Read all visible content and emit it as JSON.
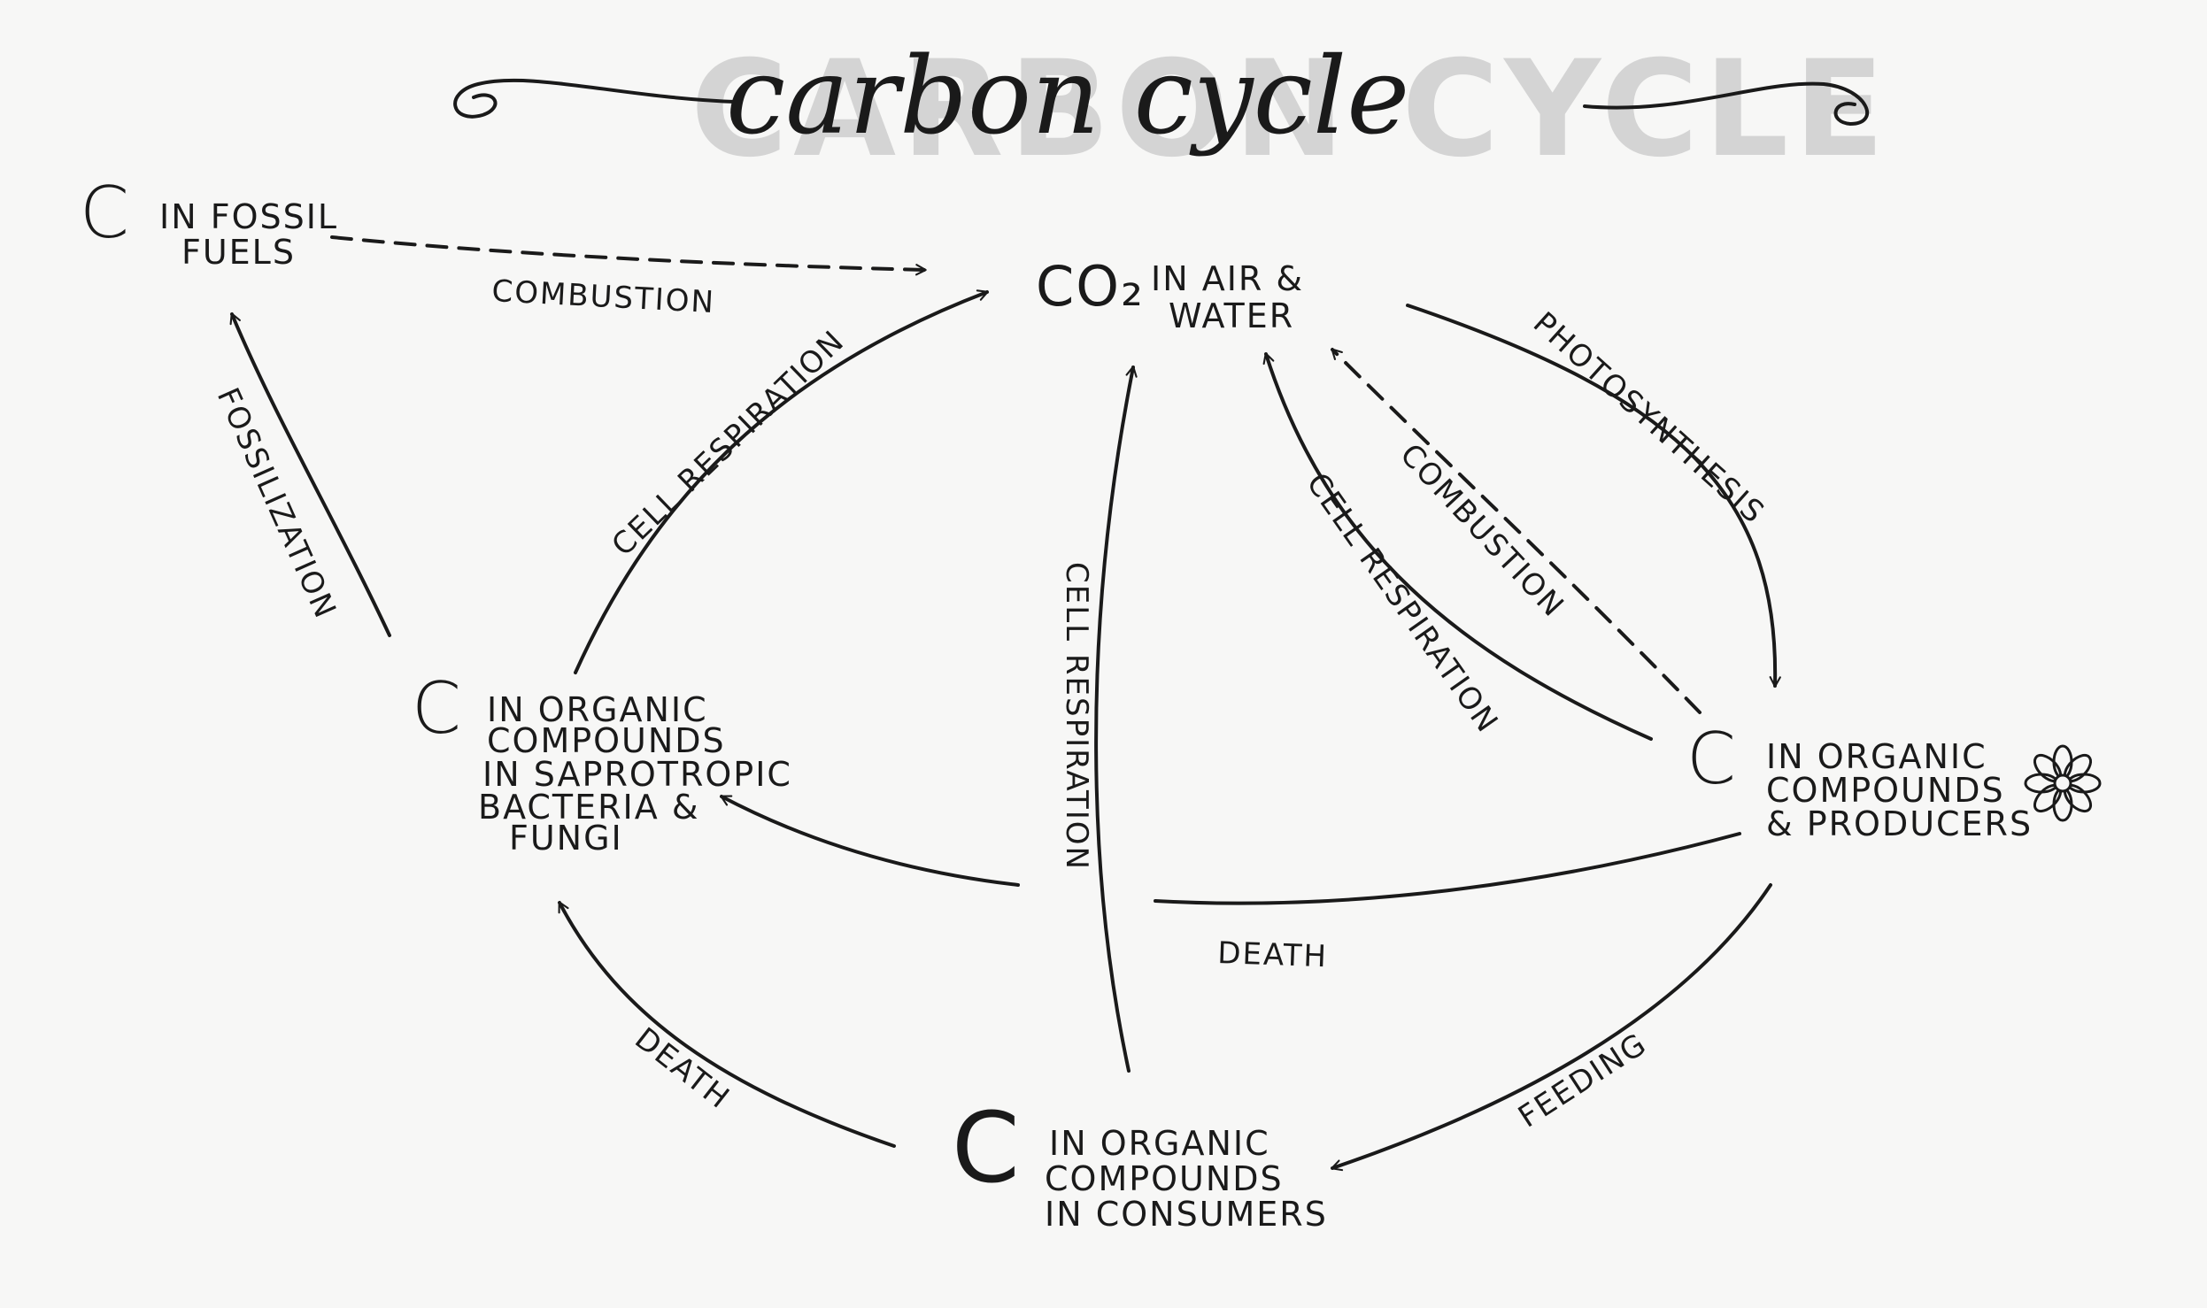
{
  "title": {
    "script": "carbon cycle",
    "ghost": "CARBON CYCLE"
  },
  "nodes": {
    "fossil": {
      "symbol": "C",
      "lines": [
        "IN FOSSIL",
        "FUELS"
      ]
    },
    "air": {
      "symbol": "CO₂",
      "lines": [
        "IN AIR &",
        "WATER"
      ]
    },
    "saprotrophs": {
      "symbol": "C",
      "lines": [
        "IN ORGANIC",
        "COMPOUNDS",
        "IN SAPROTROPIC",
        "BACTERIA &",
        "FUNGI"
      ]
    },
    "producers": {
      "symbol": "C",
      "lines": [
        "IN ORGANIC",
        "COMPOUNDS",
        "& PRODUCERS"
      ]
    },
    "consumers": {
      "symbol": "C",
      "lines": [
        "IN ORGANIC",
        "COMPOUNDS",
        "IN CONSUMERS"
      ]
    }
  },
  "edges": {
    "combustion_fossil": "COMBUSTION",
    "fossilization": "FOSSILIZATION",
    "cell_resp_sapro": "CELL RESPIRATION",
    "cell_resp_consumers": "CELL RESPIRATION",
    "photosynthesis": "PHOTOSYNTHESIS",
    "combustion_producers": "COMBUSTION",
    "cell_resp_producers": "CELL RESPIRATION",
    "death_producers": "DEATH",
    "death_consumers": "DEATH",
    "feeding": "FEEDING"
  },
  "icons": {
    "flower": "flower-icon"
  }
}
